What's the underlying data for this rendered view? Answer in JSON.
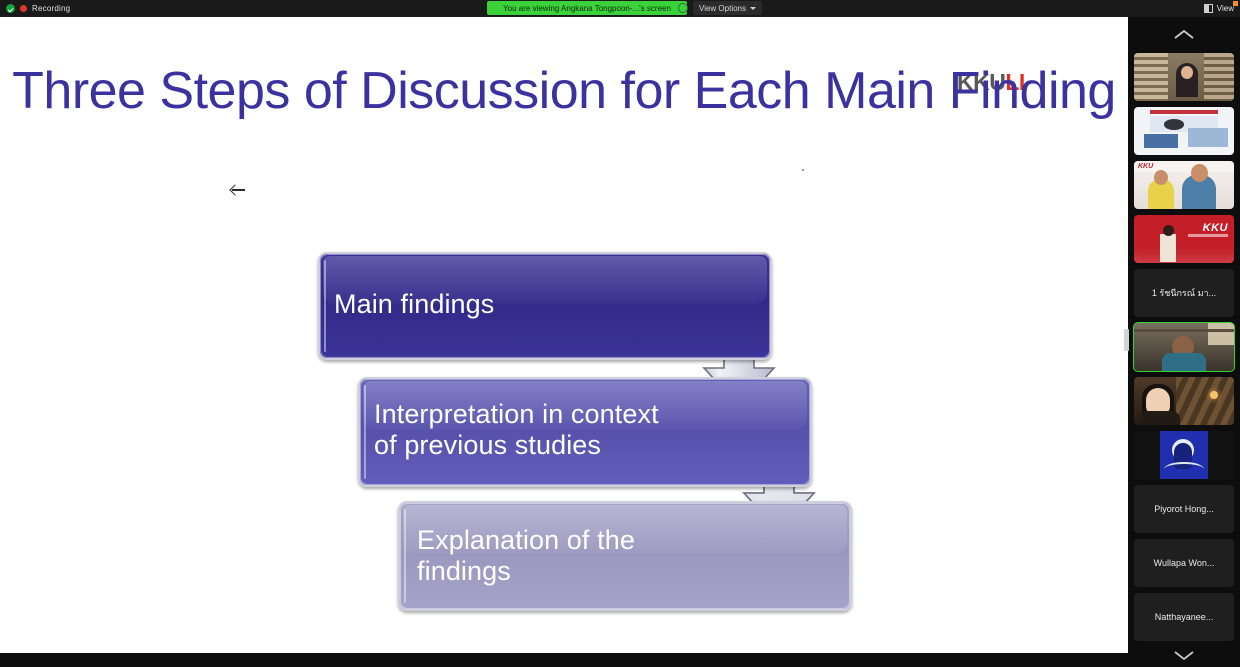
{
  "topbar": {
    "shield_icon": "shield-check-icon",
    "recording_icon": "record-dot-icon",
    "recording_label": "Recording",
    "viewing_text": "You are viewing Angkana Tongpoon-...'s screen",
    "view_options_label": "View Options",
    "view_options_chevron": "chevron-down-icon",
    "view_button_label": "View",
    "view_button_icon": "grid-view-icon"
  },
  "slide": {
    "logo": {
      "part1": "KKU",
      "part2": "LI",
      "part1_color": "#58585b",
      "part2_color": "#e03127"
    },
    "title": "Three Steps of Discussion for\nEach Main Finding",
    "title_color": "#3b32a0",
    "cursor_icon": "left-arrow-cursor-icon",
    "steps": [
      {
        "label": "Main findings",
        "color": "#332a8c"
      },
      {
        "label": "Interpretation in context\nof previous studies",
        "color": "#5b55b0"
      },
      {
        "label": "Explanation of the\nfindings",
        "color": "#9c9ac4"
      }
    ],
    "connector_icon": "down-arrow-icon",
    "connector_count": 2,
    "resize_handle": "slide-resize-handle"
  },
  "sidebar": {
    "scroll_up_icon": "chevron-up-icon",
    "scroll_down_icon": "chevron-down-icon",
    "active_border_color": "#35d435",
    "participants": [
      {
        "name": "",
        "type": "video",
        "art": "art-shelf",
        "active": false
      },
      {
        "name": "",
        "type": "video",
        "art": "art-poster",
        "active": false
      },
      {
        "name": "",
        "type": "video",
        "art": "art-two",
        "active": false
      },
      {
        "name": "",
        "type": "video",
        "art": "art-red",
        "active": false
      },
      {
        "name": "1 รัชนีกรณ์ มา...",
        "type": "name",
        "art": "",
        "active": false
      },
      {
        "name": "",
        "type": "video",
        "art": "art-man",
        "active": true
      },
      {
        "name": "",
        "type": "video",
        "art": "art-lady",
        "active": false
      },
      {
        "name": "",
        "type": "video",
        "art": "art-avatar",
        "active": false
      },
      {
        "name": "Piyorot Hong...",
        "type": "name",
        "art": "",
        "active": false
      },
      {
        "name": "Wullapa Won...",
        "type": "name",
        "art": "",
        "active": false
      },
      {
        "name": "Natthayanee...",
        "type": "name",
        "art": "",
        "active": false
      }
    ]
  }
}
